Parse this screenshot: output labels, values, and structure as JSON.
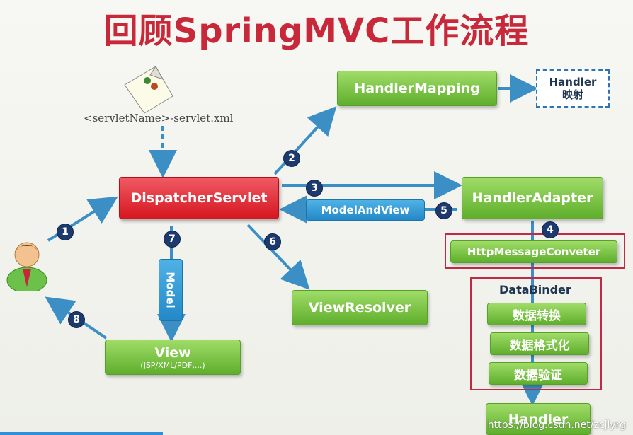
{
  "title": "回顾SpringMVC工作流程",
  "config_file": "<servletName>-servlet.xml",
  "boxes": {
    "dispatcher": "DispatcherServlet",
    "handler_mapping": "HandlerMapping",
    "handler_adapter": "HandlerAdapter",
    "view_resolver": "ViewResolver",
    "view": "View",
    "view_sub": "(JSP/XML/PDF,...)",
    "handler_line1": "Handler",
    "handler_line2": "映射",
    "model_and_view": "ModelAndView",
    "model": "Model",
    "http_converter": "HttpMessageConveter",
    "data_binder": "DataBinder",
    "data_convert": "数据转换",
    "data_format": "数据格式化",
    "data_validate": "数据验证",
    "handler_bottom": "Handler"
  },
  "steps": [
    "1",
    "2",
    "3",
    "4",
    "5",
    "6",
    "7",
    "8"
  ],
  "watermark": "https://blog.csdn.net/zcjlyrg"
}
